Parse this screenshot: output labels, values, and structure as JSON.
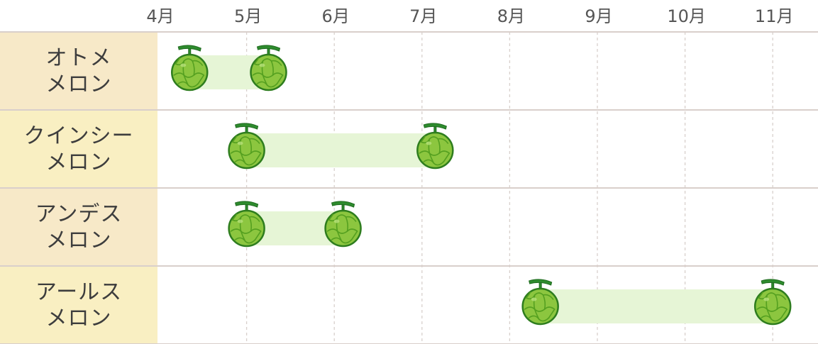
{
  "chart_data": {
    "type": "gantt",
    "months": [
      "4月",
      "5月",
      "6月",
      "7月",
      "8月",
      "9月",
      "10月",
      "11月"
    ],
    "grid": true,
    "rows": [
      {
        "label_lines": [
          "オトメ",
          "メロン"
        ],
        "start": 0.35,
        "end": 1.25,
        "label_bg": "#f7e9c8"
      },
      {
        "label_lines": [
          "クインシー",
          "メロン"
        ],
        "start": 1.0,
        "end": 3.15,
        "label_bg": "#f9efc2"
      },
      {
        "label_lines": [
          "アンデス",
          "メロン"
        ],
        "start": 1.0,
        "end": 2.1,
        "label_bg": "#f7e9c8"
      },
      {
        "label_lines": [
          "アールス",
          "メロン"
        ],
        "start": 4.35,
        "end": 7.0,
        "label_bg": "#f9efc2"
      }
    ],
    "colors": {
      "bar": "#e6f5d6",
      "melon": "#8cc63f",
      "melon_dark": "#55a020",
      "melon_outline": "#2e7d1e",
      "stem": "#2e8b2e",
      "grid": "#d8d0cc",
      "row_line": "#d9cfcb"
    }
  }
}
